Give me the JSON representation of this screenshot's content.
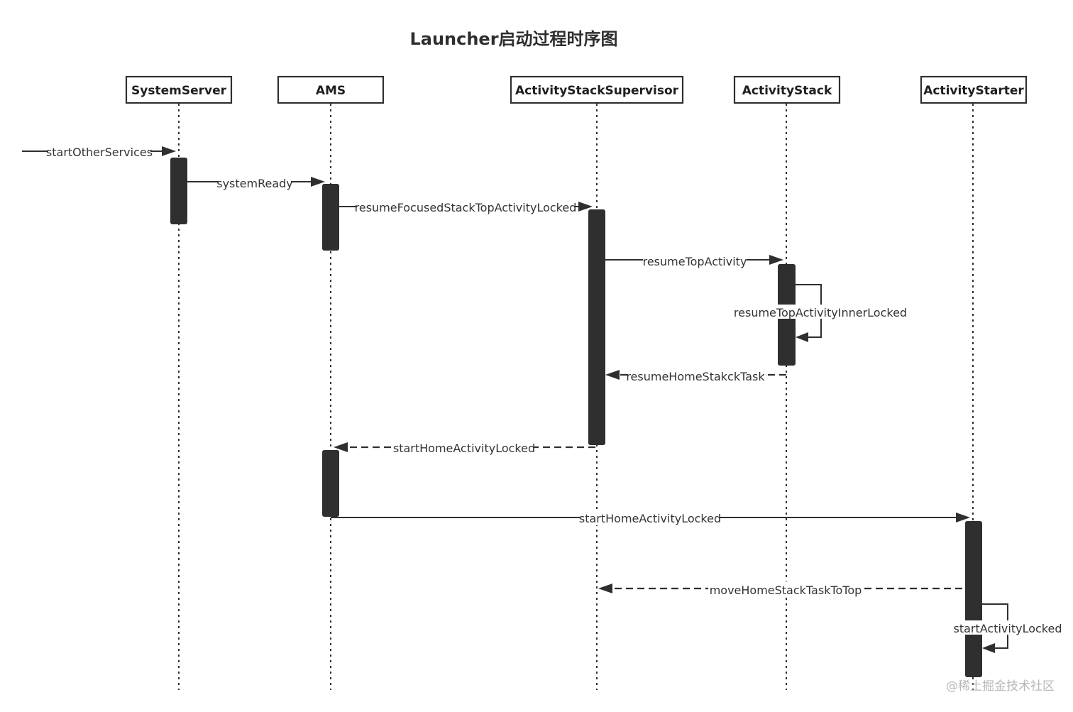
{
  "title": "Launcher启动过程时序图",
  "participants": [
    {
      "id": "SystemServer",
      "label": "SystemServer"
    },
    {
      "id": "AMS",
      "label": "AMS"
    },
    {
      "id": "ActivityStackSupervisor",
      "label": "ActivityStackSupervisor"
    },
    {
      "id": "ActivityStack",
      "label": "ActivityStack"
    },
    {
      "id": "ActivityStarter",
      "label": "ActivityStarter"
    }
  ],
  "messages": [
    {
      "label": "startOtherServices",
      "from": null,
      "to": "SystemServer",
      "kind": "call"
    },
    {
      "label": "systemReady",
      "from": "SystemServer",
      "to": "AMS",
      "kind": "call"
    },
    {
      "label": "resumeFocusedStackTopActivityLocked",
      "from": "AMS",
      "to": "ActivityStackSupervisor",
      "kind": "call"
    },
    {
      "label": "resumeTopActivity",
      "from": "ActivityStackSupervisor",
      "to": "ActivityStack",
      "kind": "call"
    },
    {
      "label": "resumeTopActivityInnerLocked",
      "from": "ActivityStack",
      "to": "ActivityStack",
      "kind": "self"
    },
    {
      "label": "resumeHomeStakckTask",
      "from": "ActivityStack",
      "to": "ActivityStackSupervisor",
      "kind": "return"
    },
    {
      "label": "startHomeActivityLocked",
      "from": "ActivityStackSupervisor",
      "to": "AMS",
      "kind": "return"
    },
    {
      "label": "startHomeActivityLocked",
      "from": "AMS",
      "to": "ActivityStarter",
      "kind": "call"
    },
    {
      "label": "moveHomeStackTaskToTop",
      "from": "ActivityStarter",
      "to": "ActivityStackSupervisor",
      "kind": "return"
    },
    {
      "label": "startActivityLocked",
      "from": "ActivityStarter",
      "to": "ActivityStarter",
      "kind": "self"
    }
  ],
  "watermark": "@稀土掘金技术社区",
  "colors": {
    "line": "#2f2f2f",
    "text": "#333333",
    "background": "#ffffff"
  }
}
